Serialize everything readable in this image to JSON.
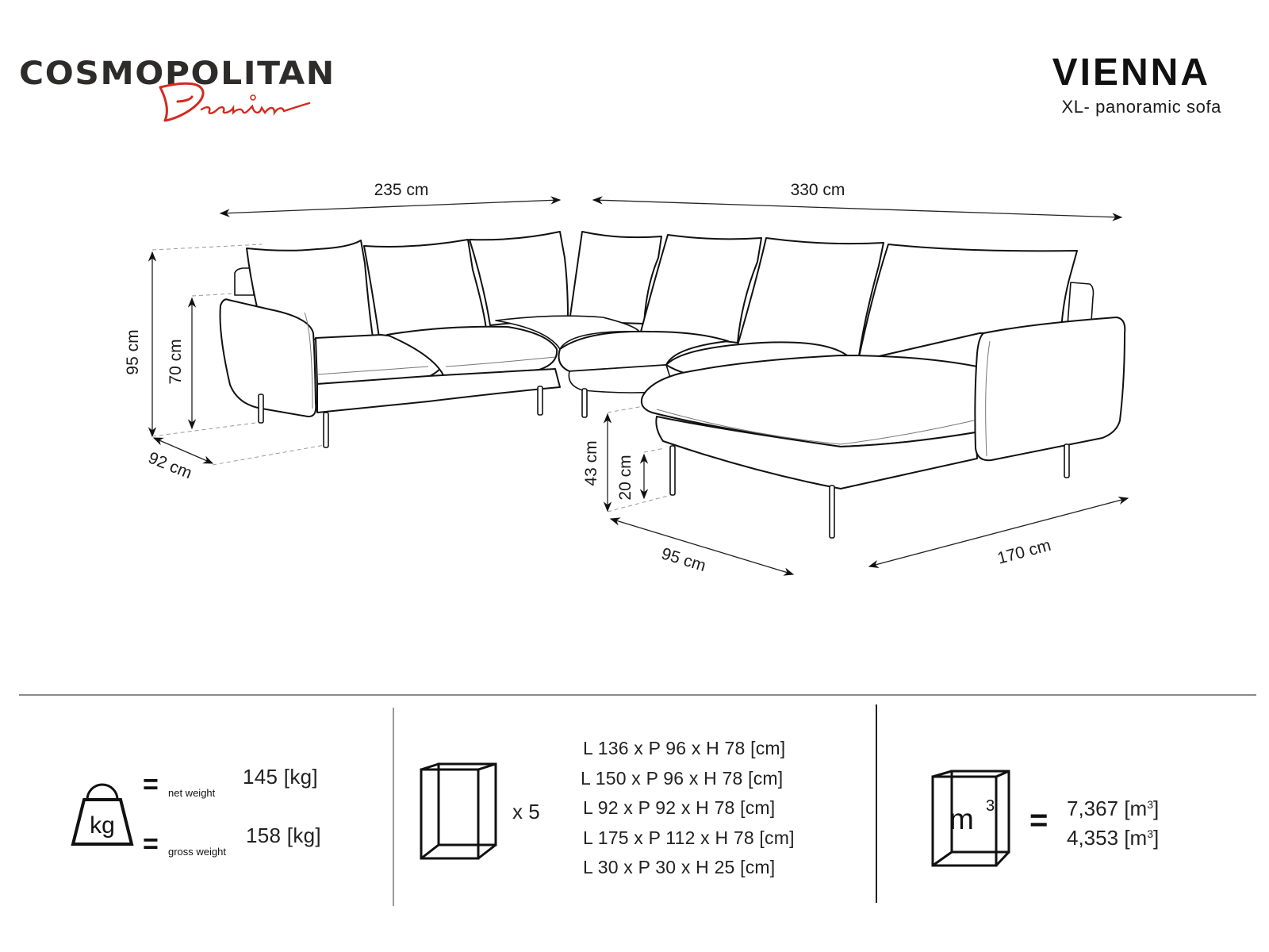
{
  "brand": {
    "name": "COSMOPOLITAN",
    "script": "Design",
    "script_color": "#d42a1f",
    "text_color": "#2e2b2b"
  },
  "product": {
    "name": "VIENNA",
    "subtitle": "XL- panoramic sofa"
  },
  "dimensions": {
    "left_width": "235 cm",
    "right_width": "330 cm",
    "total_height": "95 cm",
    "arm_height": "70 cm",
    "left_depth": "92 cm",
    "seat_height": "43 cm",
    "leg_height": "20 cm",
    "chaise_width": "95 cm",
    "chaise_length": "170 cm"
  },
  "weight": {
    "icon": "kg-weight-icon",
    "icon_label": "kg",
    "net_label": "net weight",
    "net_value": "145 [kg]",
    "gross_label": "gross weight",
    "gross_value": "158 [kg]",
    "equals": "="
  },
  "packages": {
    "icon": "box-icon",
    "count": "x 5",
    "items": [
      "L 136 x P 96 x H 78 [cm]",
      "L 150 x P 96 x H 78 [cm]",
      "L 92 x P 92 x H 78 [cm]",
      "L 175 x P 112 x H 78 [cm]",
      "L 30 x P 30 x H 25 [cm]"
    ]
  },
  "volume": {
    "icon": "volume-box-icon",
    "icon_label": "m",
    "icon_sup": "3",
    "equals": "=",
    "values": [
      {
        "number": "7,367",
        "unit": "[m",
        "sup": "3",
        "close": "]"
      },
      {
        "number": "4,353",
        "unit": "[m",
        "sup": "3",
        "close": "]"
      }
    ]
  }
}
